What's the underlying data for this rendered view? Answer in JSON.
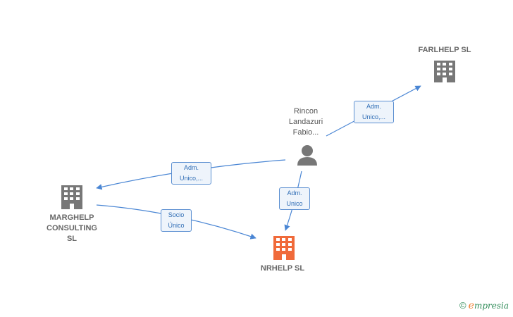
{
  "colors": {
    "edge": "#4a86d4",
    "building": "#777777",
    "focus_building": "#f06a3a",
    "person": "#777777"
  },
  "nodes": {
    "farlhelp": {
      "label": "FARLHELP  SL",
      "icon": "building-icon"
    },
    "rincon": {
      "label": "Rincon\nLandazuri\nFabio...",
      "icon": "person-icon"
    },
    "marghelp": {
      "label": "MARGHELP\nCONSULTING\nSL",
      "icon": "building-icon"
    },
    "nrhelp": {
      "label": "NRHELP  SL",
      "icon": "building-icon"
    }
  },
  "edges": {
    "rincon_farlhelp": {
      "line1": "Adm.",
      "line2": "Unico,..."
    },
    "rincon_marghelp": {
      "line1": "Adm.",
      "line2": "Unico,..."
    },
    "rincon_nrhelp": {
      "line1": "Adm.",
      "line2": "Unico"
    },
    "marghelp_nrhelp": {
      "line1": "Socio",
      "line2": "Único"
    }
  },
  "brand": {
    "copyright": "©",
    "logo_e": "e",
    "logo_rest": "mpresia"
  }
}
